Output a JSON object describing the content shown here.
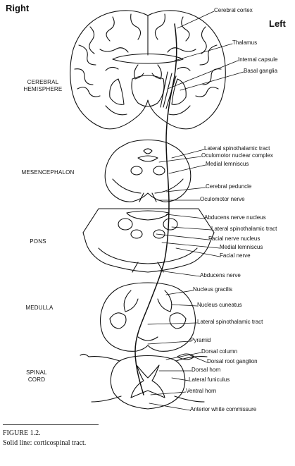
{
  "sides": {
    "right": "Right",
    "left": "Left"
  },
  "regions": {
    "cerebral": [
      "CEREBRAL",
      "HEMISPHERE"
    ],
    "mesencephalon": "MESENCEPHALON",
    "pons": "PONS",
    "medulla": "MEDULLA",
    "spinal": [
      "SPINAL",
      "CORD"
    ]
  },
  "labels": {
    "cerebral_cortex": "Cerebral cortex",
    "thalamus": "Thalamus",
    "internal_capsule": "Internal capsule",
    "basal_ganglia": "Basal ganglia",
    "lateral_spinothalamic_tract_1": "Lateral spinothalamic tract",
    "oculomotor_nuclear_complex": "Oculomotor nuclear complex",
    "medial_lemniscus_1": "Medial lemniscus",
    "cerebral_peduncle": "Cerebral peduncle",
    "oculomotor_nerve": "Oculomotor nerve",
    "abducens_nerve_nucleus": "Abducens nerve nucleus",
    "lateral_spinothalamic_tract_2": "Lateral spinothalamic tract",
    "facial_nerve_nucleus": "Facial nerve nucleus",
    "medial_lemniscus_2": "Medial lemniscus",
    "facial_nerve": "Facial nerve",
    "abducens_nerve": "Abducens nerve",
    "nucleus_gracilis": "Nucleus gracilis",
    "nucleus_cuneatus": "Nucleus cuneatus",
    "lateral_spinothalamic_tract_3": "Lateral spinothalamic tract",
    "pyramid": "Pyramid",
    "dorsal_column": "Dorsal column",
    "dorsal_root_ganglion": "Dorsal root ganglion",
    "dorsal_horn": "Dorsal horn",
    "lateral_funiculus": "Lateral funiculus",
    "ventral_horn": "Ventral horn",
    "anterior_white_commissure": "Anterior white commissure"
  },
  "caption": {
    "figure": "FIGURE 1.2.",
    "text": "Solid line: corticospinal tract."
  },
  "colors": {
    "ink": "#111111",
    "paper": "#ffffff"
  }
}
